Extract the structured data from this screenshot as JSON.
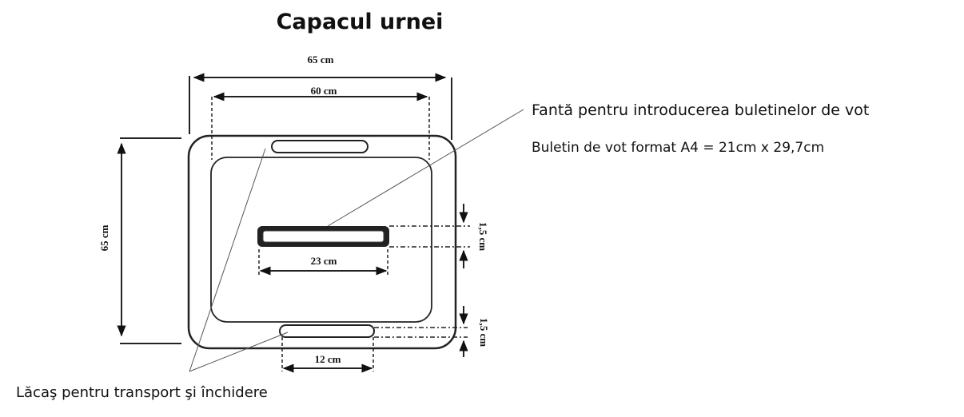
{
  "title": "Capacul urnei",
  "dimensions": {
    "outer_width": "65 cm",
    "inner_width": "60 cm",
    "height": "65 cm",
    "slot_length": "23 cm",
    "slot_width": "1,5 cm",
    "handle_length": "12 cm",
    "handle_width": "1,5 cm"
  },
  "labels": {
    "slot": "Fantă pentru introducerea buletinelor de vot",
    "ballot_format": "Buletin de vot format A4 = 21cm x 29,7cm",
    "handle": "Lăcaş pentru transport şi închidere"
  }
}
